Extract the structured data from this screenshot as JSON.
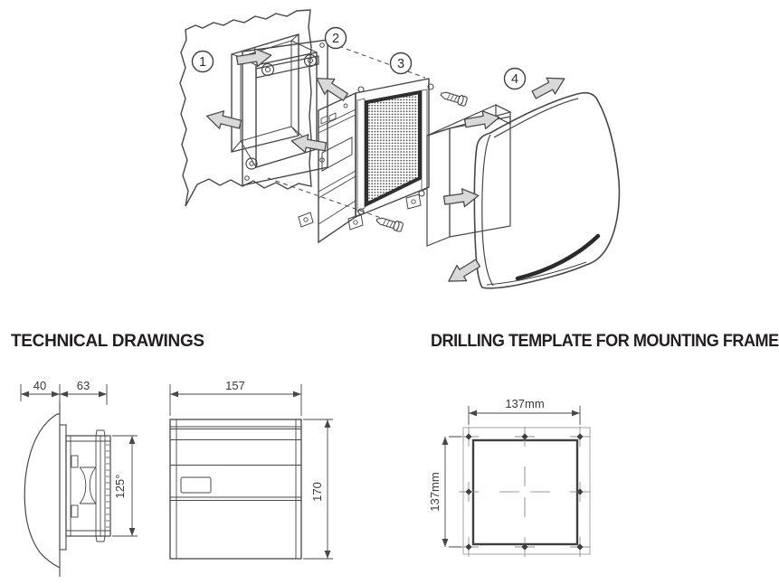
{
  "document": {
    "type": "product-installation-sheet",
    "background": "#ffffff"
  },
  "headings": {
    "technical_drawings": "TECHNICAL DRAWINGS",
    "drilling_template": "DRILLING TEMPLATE FOR MOUNTING FRAME"
  },
  "exploded_view": {
    "callouts": [
      {
        "number": "1",
        "part": "wall-with-opening"
      },
      {
        "number": "2",
        "part": "mounting-frame"
      },
      {
        "number": "3",
        "part": "fan-unit-with-grille"
      },
      {
        "number": "4",
        "part": "foam-seal-and-exterior-cowl"
      }
    ]
  },
  "side_view": {
    "dim_depth_cowl": "40",
    "dim_depth_body": "63",
    "dim_height": "125°"
  },
  "front_view": {
    "dim_width": "157",
    "dim_height": "170"
  },
  "drilling_template": {
    "dim_width": "137mm",
    "dim_height": "137mm"
  },
  "icons": {
    "assembly_arrow": "direction-arrow",
    "screw": "mounting-screw",
    "drill_mark": "drill-hole-mark"
  },
  "colors": {
    "line": "#474747",
    "line_dark": "#2f2f2f",
    "arrow_fill": "#d9d9d9",
    "template_grid": "#a6a6a6",
    "heading_text": "#231f20"
  }
}
